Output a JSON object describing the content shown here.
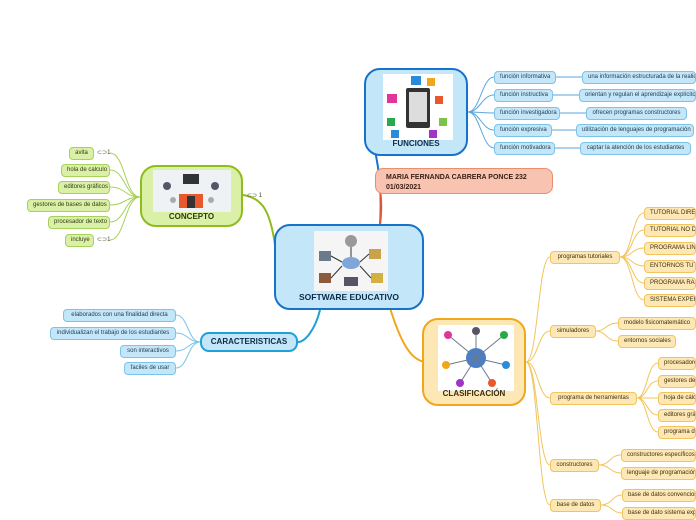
{
  "central": {
    "label": "SOFTWARE EDUCATIVO"
  },
  "note": {
    "line1": "MARIA FERNANDA CABRERA PONCE 232",
    "line2": "01/03/2021"
  },
  "funciones": {
    "label": "FUNCIONES",
    "items": [
      {
        "label": "función informativa",
        "detail": "una información estructurada de la realidad"
      },
      {
        "label": "función instructiva",
        "detail": "orientan y regulan el aprendizaje explícito"
      },
      {
        "label": "función investigadora",
        "detail": "ofrecen programas constructores"
      },
      {
        "label": "función expresiva",
        "detail": "utilización de lenguajes de programación"
      },
      {
        "label": "función motivadora",
        "detail": "captar la atención de los estudiantes"
      }
    ]
  },
  "concepto": {
    "label": "CONCEPTO",
    "link_count": "1",
    "items": [
      {
        "label": "avita",
        "badge": "1"
      },
      {
        "label": "hola de calculo",
        "badge": ""
      },
      {
        "label": "editores gráficos",
        "badge": ""
      },
      {
        "label": "gestores de bases de datos",
        "badge": ""
      },
      {
        "label": "procesador de texto",
        "badge": ""
      },
      {
        "label": "incluye",
        "badge": "1"
      }
    ]
  },
  "caracteristicas": {
    "label": "CARACTERISTICAS",
    "items": [
      {
        "label": "elaborados con una finalidad directa"
      },
      {
        "label": "individualizan el trabajo de los estudiantes"
      },
      {
        "label": "son interactivos"
      },
      {
        "label": "faciles de usar"
      }
    ]
  },
  "clasificacion": {
    "label": "CLASIFICACIÓN",
    "groups": [
      {
        "label": "programas tutoriales",
        "items": [
          "TUTORIAL DIRECTIVO",
          "TUTORIAL NO DIRECTIVO",
          "PROGRAMA LINEAL",
          "ENTORNOS TUTORIALES",
          "PROGRAMA RAMIFICADO",
          "SISTEMA EXPERTO"
        ]
      },
      {
        "label": "simuladores",
        "items": [
          "modelo fisicomatemático",
          "entornos sociales"
        ]
      },
      {
        "label": "programa de herramientas",
        "items": [
          "procesadores de texto",
          "gestores de bases de datos",
          "hoja de cálculo",
          "editores gráficos",
          "programa de comunicación"
        ]
      },
      {
        "label": "constructores",
        "items": [
          "constructores específicos",
          "lenguaje de programación"
        ]
      },
      {
        "label": "base de datos",
        "items": [
          "base de datos convencionales",
          "base de dato sistema experto"
        ]
      }
    ]
  },
  "colors": {
    "blue": "#c3e6f8",
    "green": "#dbf0a7",
    "yellow": "#fde7b4",
    "salmon": "#f8c3b0"
  }
}
